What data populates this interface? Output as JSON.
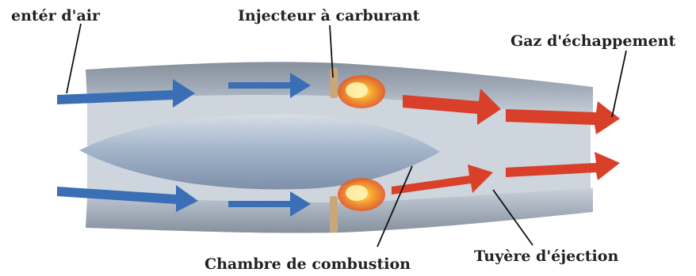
{
  "labels": {
    "air_inlet": "entér d'air",
    "fuel_injector": "Injecteur à carburant",
    "exhaust_gas": "Gaz d'échappement",
    "combustion_chamber": "Chambre de combustion",
    "exhaust_nozzle": "Tuyère d'éjection"
  },
  "colors": {
    "cold_air": "#3a6fb5",
    "hot_gas": "#d9402a",
    "flame": "#f39a1e",
    "casing": "#9aa7b4",
    "cone": "#b9cde3"
  }
}
